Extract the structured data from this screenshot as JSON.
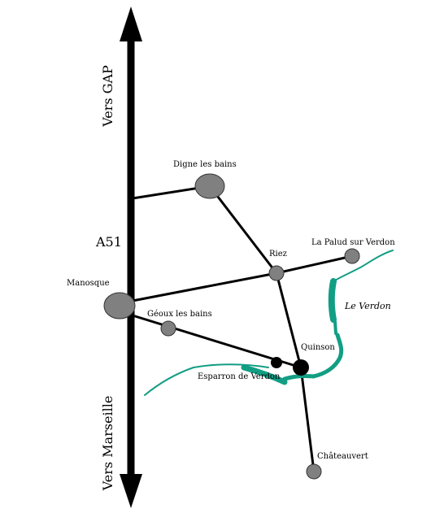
{
  "map": {
    "highway_label": "A51",
    "north_direction": "Vers GAP",
    "south_direction": "Vers Marseille",
    "river_label": "Le Verdon",
    "towns": {
      "digne": "Digne les bains",
      "riez": "Riez",
      "la_palud": "La Palud sur Verdon",
      "manosque": "Manosque",
      "geoux": "Géoux les bains",
      "quinson": "Quinson",
      "esparron": "Esparron de Verdon",
      "chateauvert": "Châteauvert"
    },
    "colors": {
      "road": "#000000",
      "town": "#808080",
      "river": "#129e84",
      "background": "#ffffff"
    }
  }
}
